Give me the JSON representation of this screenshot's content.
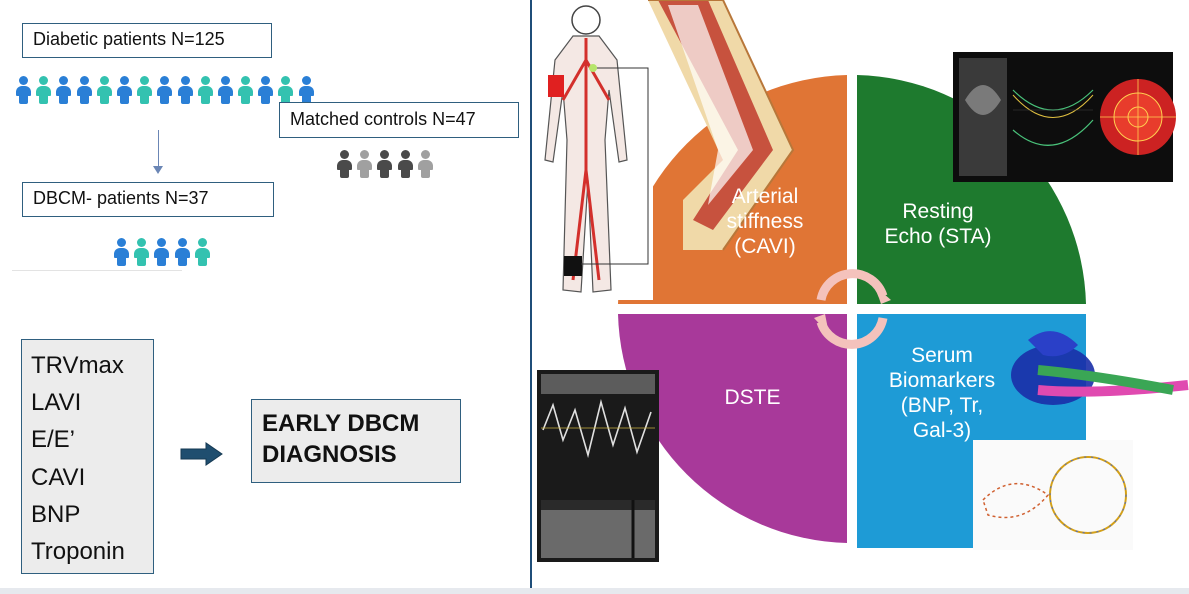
{
  "study": {
    "diabetic_label": "Diabetic patients N=125",
    "controls_label": "Matched controls N=47",
    "dbcm_label": "DBCM- patients N=37"
  },
  "parameters": [
    "TRVmax",
    "LAVI",
    "E/E’",
    "CAVI",
    "BNP",
    "Troponin"
  ],
  "outcome": {
    "line1": "EARLY DBCM",
    "line2": "DIAGNOSIS"
  },
  "quadrants": {
    "arterial": [
      "Arterial",
      "stiffness",
      "(CAVI)"
    ],
    "echo": [
      "Resting",
      "Echo (STA)"
    ],
    "dste": [
      "DSTE"
    ],
    "serum": [
      "Serum",
      "Biomarkers",
      "(BNP, Tr,",
      "Gal-3)"
    ]
  },
  "colors": {
    "arterial": "#e07535",
    "echo": "#1e7a2e",
    "dste": "#a8399a",
    "serum": "#1e9bd6",
    "blue_person": "#2a7fd6",
    "teal_person": "#33c2b0",
    "divider": "#1f4e79"
  },
  "icons": {
    "people_diabetic": "person-icon",
    "people_controls": "person-icon",
    "arrow_right": "arrow-right-icon",
    "cycle": "cycle-arrows-icon"
  }
}
